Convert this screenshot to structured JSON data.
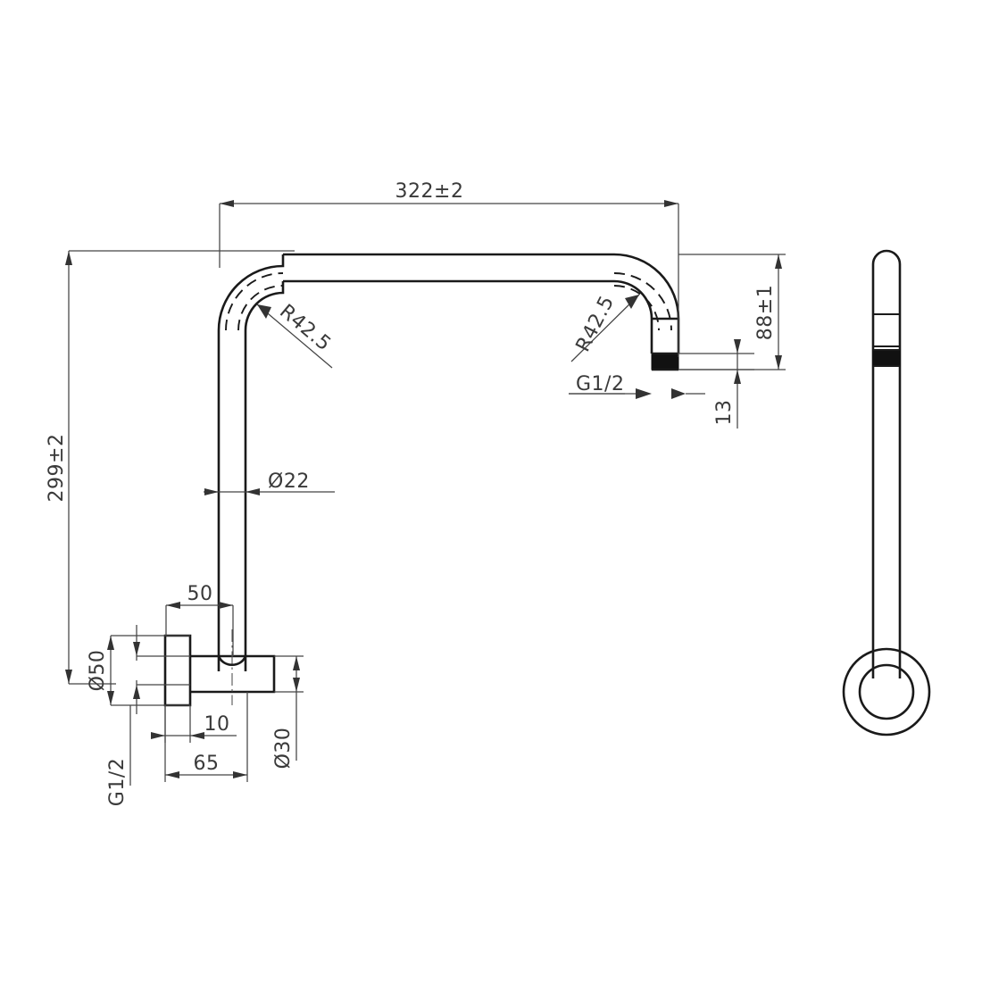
{
  "drawing": {
    "title": "Wall Mounted Shower Arm Technical Drawing",
    "views": {
      "front": "front-elevation-view",
      "side": "side-profile-view"
    },
    "line_color": "#1a1a1a",
    "dimension_color": "#3a3a3a",
    "background": "#ffffff"
  },
  "dimensions": {
    "overall_length": "322±2",
    "overall_height": "299±2",
    "outlet_height": "88±1",
    "outlet_thread_length": "13",
    "bend_radius_left": "R42.5",
    "bend_radius_right": "R42.5",
    "pipe_diameter": "Ø22",
    "flange_diameter": "Ø50",
    "body_diameter": "Ø30",
    "flange_offset": "50",
    "flange_thickness": "10",
    "base_length": "65",
    "inlet_thread": "G1/2",
    "outlet_thread": "G1/2"
  },
  "labels": [
    {
      "id": "len-322",
      "text": "322±2",
      "rotation": 0
    },
    {
      "id": "hgt-299",
      "text": "299±2",
      "rotation": -90
    },
    {
      "id": "hgt-88",
      "text": "88±1",
      "rotation": -90
    },
    {
      "id": "len-13",
      "text": "13",
      "rotation": -90
    },
    {
      "id": "rad-left",
      "text": "R42.5",
      "rotation": 42
    },
    {
      "id": "rad-right",
      "text": "R42.5",
      "rotation": -62
    },
    {
      "id": "dia-22",
      "text": "Ø22",
      "rotation": 0
    },
    {
      "id": "dia-50",
      "text": "Ø50",
      "rotation": -90
    },
    {
      "id": "dia-30",
      "text": "Ø30",
      "rotation": -90
    },
    {
      "id": "off-50",
      "text": "50",
      "rotation": 0
    },
    {
      "id": "thk-10",
      "text": "10",
      "rotation": 0
    },
    {
      "id": "base-65",
      "text": "65",
      "rotation": 0
    },
    {
      "id": "thread-in",
      "text": "G1/2",
      "rotation": -90
    },
    {
      "id": "thread-out",
      "text": "G1/2",
      "rotation": 0
    }
  ]
}
